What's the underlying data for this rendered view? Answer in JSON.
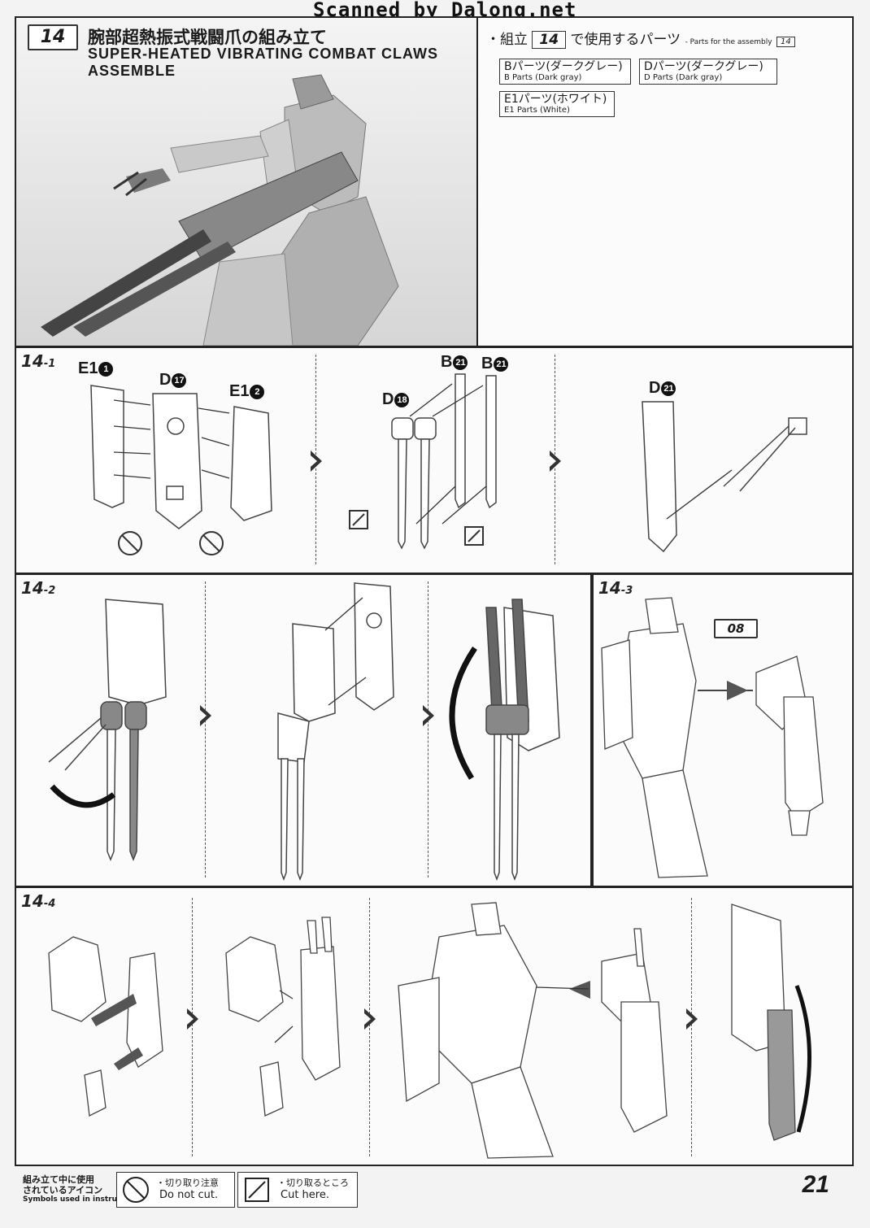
{
  "watermark": "Scanned by Dalong.net",
  "header": {
    "step_number": "14",
    "title_jp": "腕部超熱振式戦闘爪の組み立て",
    "title_en": "SUPER-HEATED VIBRATING COMBAT CLAWS ASSEMBLE"
  },
  "parts_panel": {
    "heading_prefix": "・組立",
    "heading_step": "14",
    "heading_suffix": "で使用するパーツ",
    "heading_en": "- Parts for the assembly",
    "heading_en_step": "14",
    "parts": [
      {
        "jp": "Bパーツ(ダークグレー)",
        "en": "B Parts (Dark gray)"
      },
      {
        "jp": "Dパーツ(ダークグレー)",
        "en": "D Parts (Dark gray)"
      },
      {
        "jp": "E1パーツ(ホワイト)",
        "en": "E1 Parts (White)"
      }
    ]
  },
  "steps": {
    "s1": {
      "badge": "14",
      "badge_sub": "-1",
      "labels": [
        {
          "text": "E1",
          "num": "1"
        },
        {
          "text": "D",
          "num": "17"
        },
        {
          "text": "E1",
          "num": "2"
        },
        {
          "text": "B",
          "num": "21"
        },
        {
          "text": "B",
          "num": "21"
        },
        {
          "text": "D",
          "num": "18"
        },
        {
          "text": "D",
          "num": "21"
        }
      ]
    },
    "s2": {
      "badge": "14",
      "badge_sub": "-2"
    },
    "s3": {
      "badge": "14",
      "badge_sub": "-3",
      "ref_step": "08"
    },
    "s4": {
      "badge": "14",
      "badge_sub": "-4"
    }
  },
  "footer": {
    "symbols_jp_1": "組み立て中に使用",
    "symbols_jp_2": "されているアイコン",
    "symbols_en": "Symbols used in instructions",
    "icon1_jp": "・切り取り注意",
    "icon1_en": "Do not cut.",
    "icon2_jp": "・切り取るところ",
    "icon2_en": "Cut here.",
    "page_number": "21"
  }
}
